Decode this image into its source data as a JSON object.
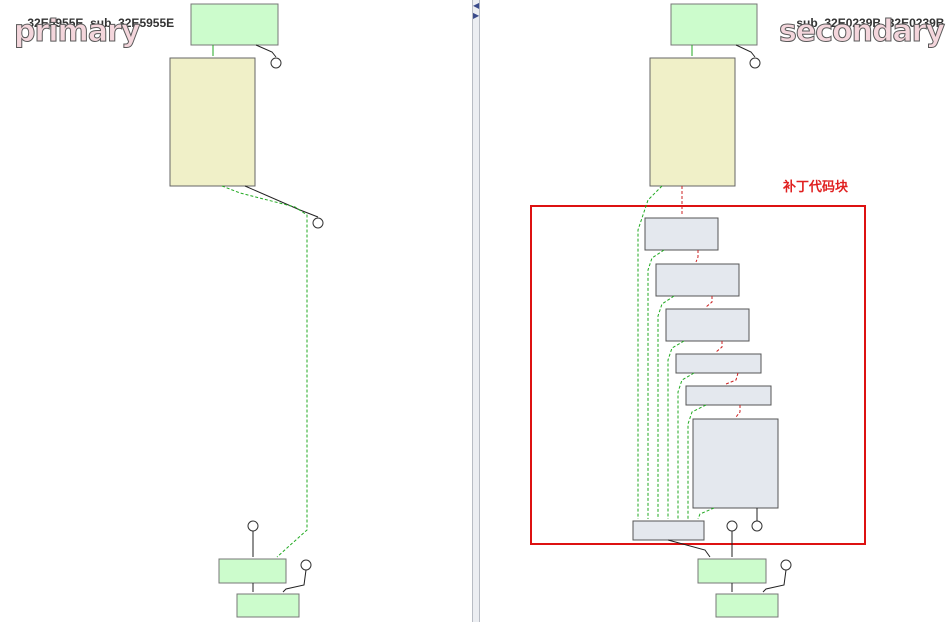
{
  "left_pane": {
    "address": "32E5955E",
    "function": "sub_32E5955E",
    "label": "primary"
  },
  "right_pane": {
    "function": "sub_32E0239B",
    "address": "32E0239B",
    "label": "secondary"
  },
  "annotation": {
    "text": "补丁代码块",
    "color": "#e02020"
  },
  "colors": {
    "block_green": "#ccfccc",
    "block_yellow": "#f0f0c8",
    "block_gray": "#e4e8ee",
    "edge_true": "#22aa22",
    "edge_false": "#cc2222",
    "edge_normal": "#000000",
    "highlight_box": "#dd1111"
  }
}
